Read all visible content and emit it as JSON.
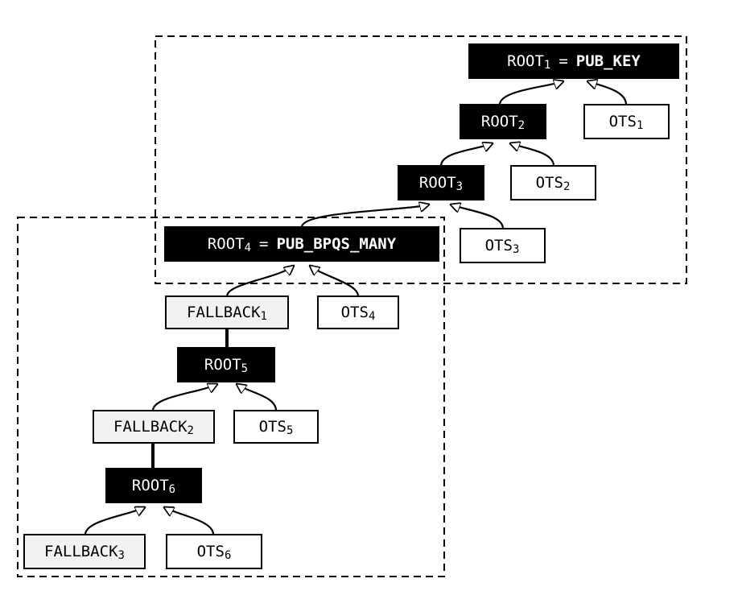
{
  "nodes": {
    "root1": {
      "base": "ROOT",
      "sub": "1",
      "eq": "=",
      "alias": "PUB_KEY"
    },
    "root2": {
      "base": "ROOT",
      "sub": "2"
    },
    "root3": {
      "base": "ROOT",
      "sub": "3"
    },
    "root4": {
      "base": "ROOT",
      "sub": "4",
      "eq": "=",
      "alias": "PUB_BPQS_MANY"
    },
    "root5": {
      "base": "ROOT",
      "sub": "5"
    },
    "root6": {
      "base": "ROOT",
      "sub": "6"
    },
    "ots1": {
      "base": "OTS",
      "sub": "1"
    },
    "ots2": {
      "base": "OTS",
      "sub": "2"
    },
    "ots3": {
      "base": "OTS",
      "sub": "3"
    },
    "ots4": {
      "base": "OTS",
      "sub": "4"
    },
    "ots5": {
      "base": "OTS",
      "sub": "5"
    },
    "ots6": {
      "base": "OTS",
      "sub": "6"
    },
    "fallback1": {
      "base": "FALLBACK",
      "sub": "1"
    },
    "fallback2": {
      "base": "FALLBACK",
      "sub": "2"
    },
    "fallback3": {
      "base": "FALLBACK",
      "sub": "3"
    }
  },
  "colors": {
    "root_fill": "#000000",
    "ots_fill": "#ffffff",
    "fallback_fill": "#f2f2f2",
    "stroke": "#000000"
  }
}
